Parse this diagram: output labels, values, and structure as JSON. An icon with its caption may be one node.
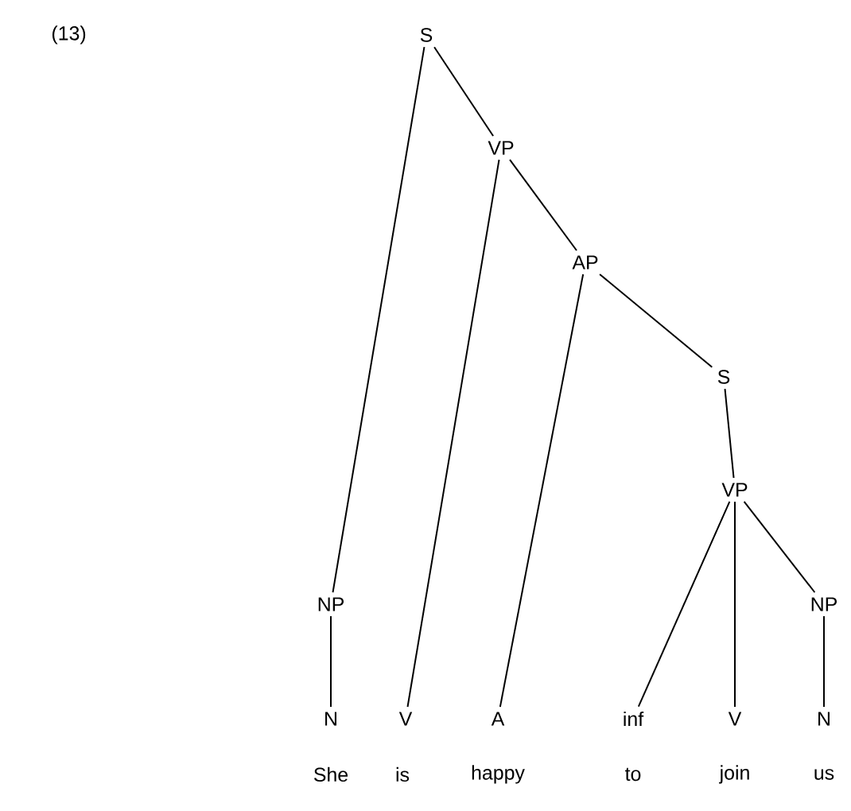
{
  "diagram": {
    "nodes": [
      {
        "text": [
          "S"
        ]
      },
      {
        "text": [
          "VP"
        ]
      },
      {
        "text": [
          "AP"
        ]
      },
      {
        "text": [
          "S"
        ]
      },
      {
        "text": [
          "VP"
        ]
      },
      {
        "text": [
          "NP"
        ]
      },
      {
        "text": [
          "NP"
        ]
      },
      {
        "text": [
          "N"
        ]
      },
      {
        "text": [
          "V"
        ]
      },
      {
        "text": [
          "A"
        ]
      },
      {
        "text": [
          "inf"
        ]
      },
      {
        "text": [
          "V"
        ]
      },
      {
        "text": [
          "N"
        ]
      }
    ],
    "edges": [
      {
        "from": 0,
        "to": 5,
        "arrow": "none"
      },
      {
        "from": 0,
        "to": 1,
        "arrow": "none"
      },
      {
        "from": 1,
        "to": 8,
        "arrow": "none"
      },
      {
        "from": 1,
        "to": 2,
        "arrow": "none"
      },
      {
        "from": 2,
        "to": 9,
        "arrow": "none"
      },
      {
        "from": 2,
        "to": 3,
        "arrow": "none"
      },
      {
        "from": 3,
        "to": 4,
        "arrow": "none"
      },
      {
        "from": 4,
        "to": 10,
        "arrow": "none"
      },
      {
        "from": 4,
        "to": 11,
        "arrow": "none"
      },
      {
        "from": 4,
        "to": 6,
        "arrow": "none"
      },
      {
        "from": 5,
        "to": 7,
        "arrow": "none"
      },
      {
        "from": 6,
        "to": 12,
        "arrow": "none"
      }
    ],
    "labels": [
      "(13)",
      "She",
      "is",
      "happy",
      "to",
      "join",
      "us"
    ]
  }
}
